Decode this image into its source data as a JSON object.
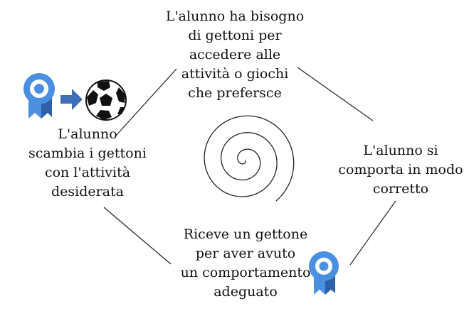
{
  "steps": {
    "top": [
      "L'alunno ha bisogno",
      "di gettoni per",
      "accedere alle",
      "attività o giochi",
      "che prefersce"
    ],
    "right": [
      "L'alunno si",
      "comporta in modo",
      "corretto"
    ],
    "bottom": [
      "Riceve un gettone",
      "per aver avuto",
      "un comportamento",
      "adeguato"
    ],
    "left": [
      "L'alunno",
      "scambia i gettoni",
      "con l'attività",
      "desiderata"
    ]
  },
  "icons": {
    "token": "award-ribbon-icon",
    "arrow": "right-arrow-icon",
    "reward": "soccer-ball-icon",
    "center": "spiral-icon"
  },
  "colors": {
    "token_blue": "#4a8fe0",
    "token_dark": "#2e5fa8",
    "arrow_blue": "#3f6fb6",
    "line": "#222222"
  }
}
